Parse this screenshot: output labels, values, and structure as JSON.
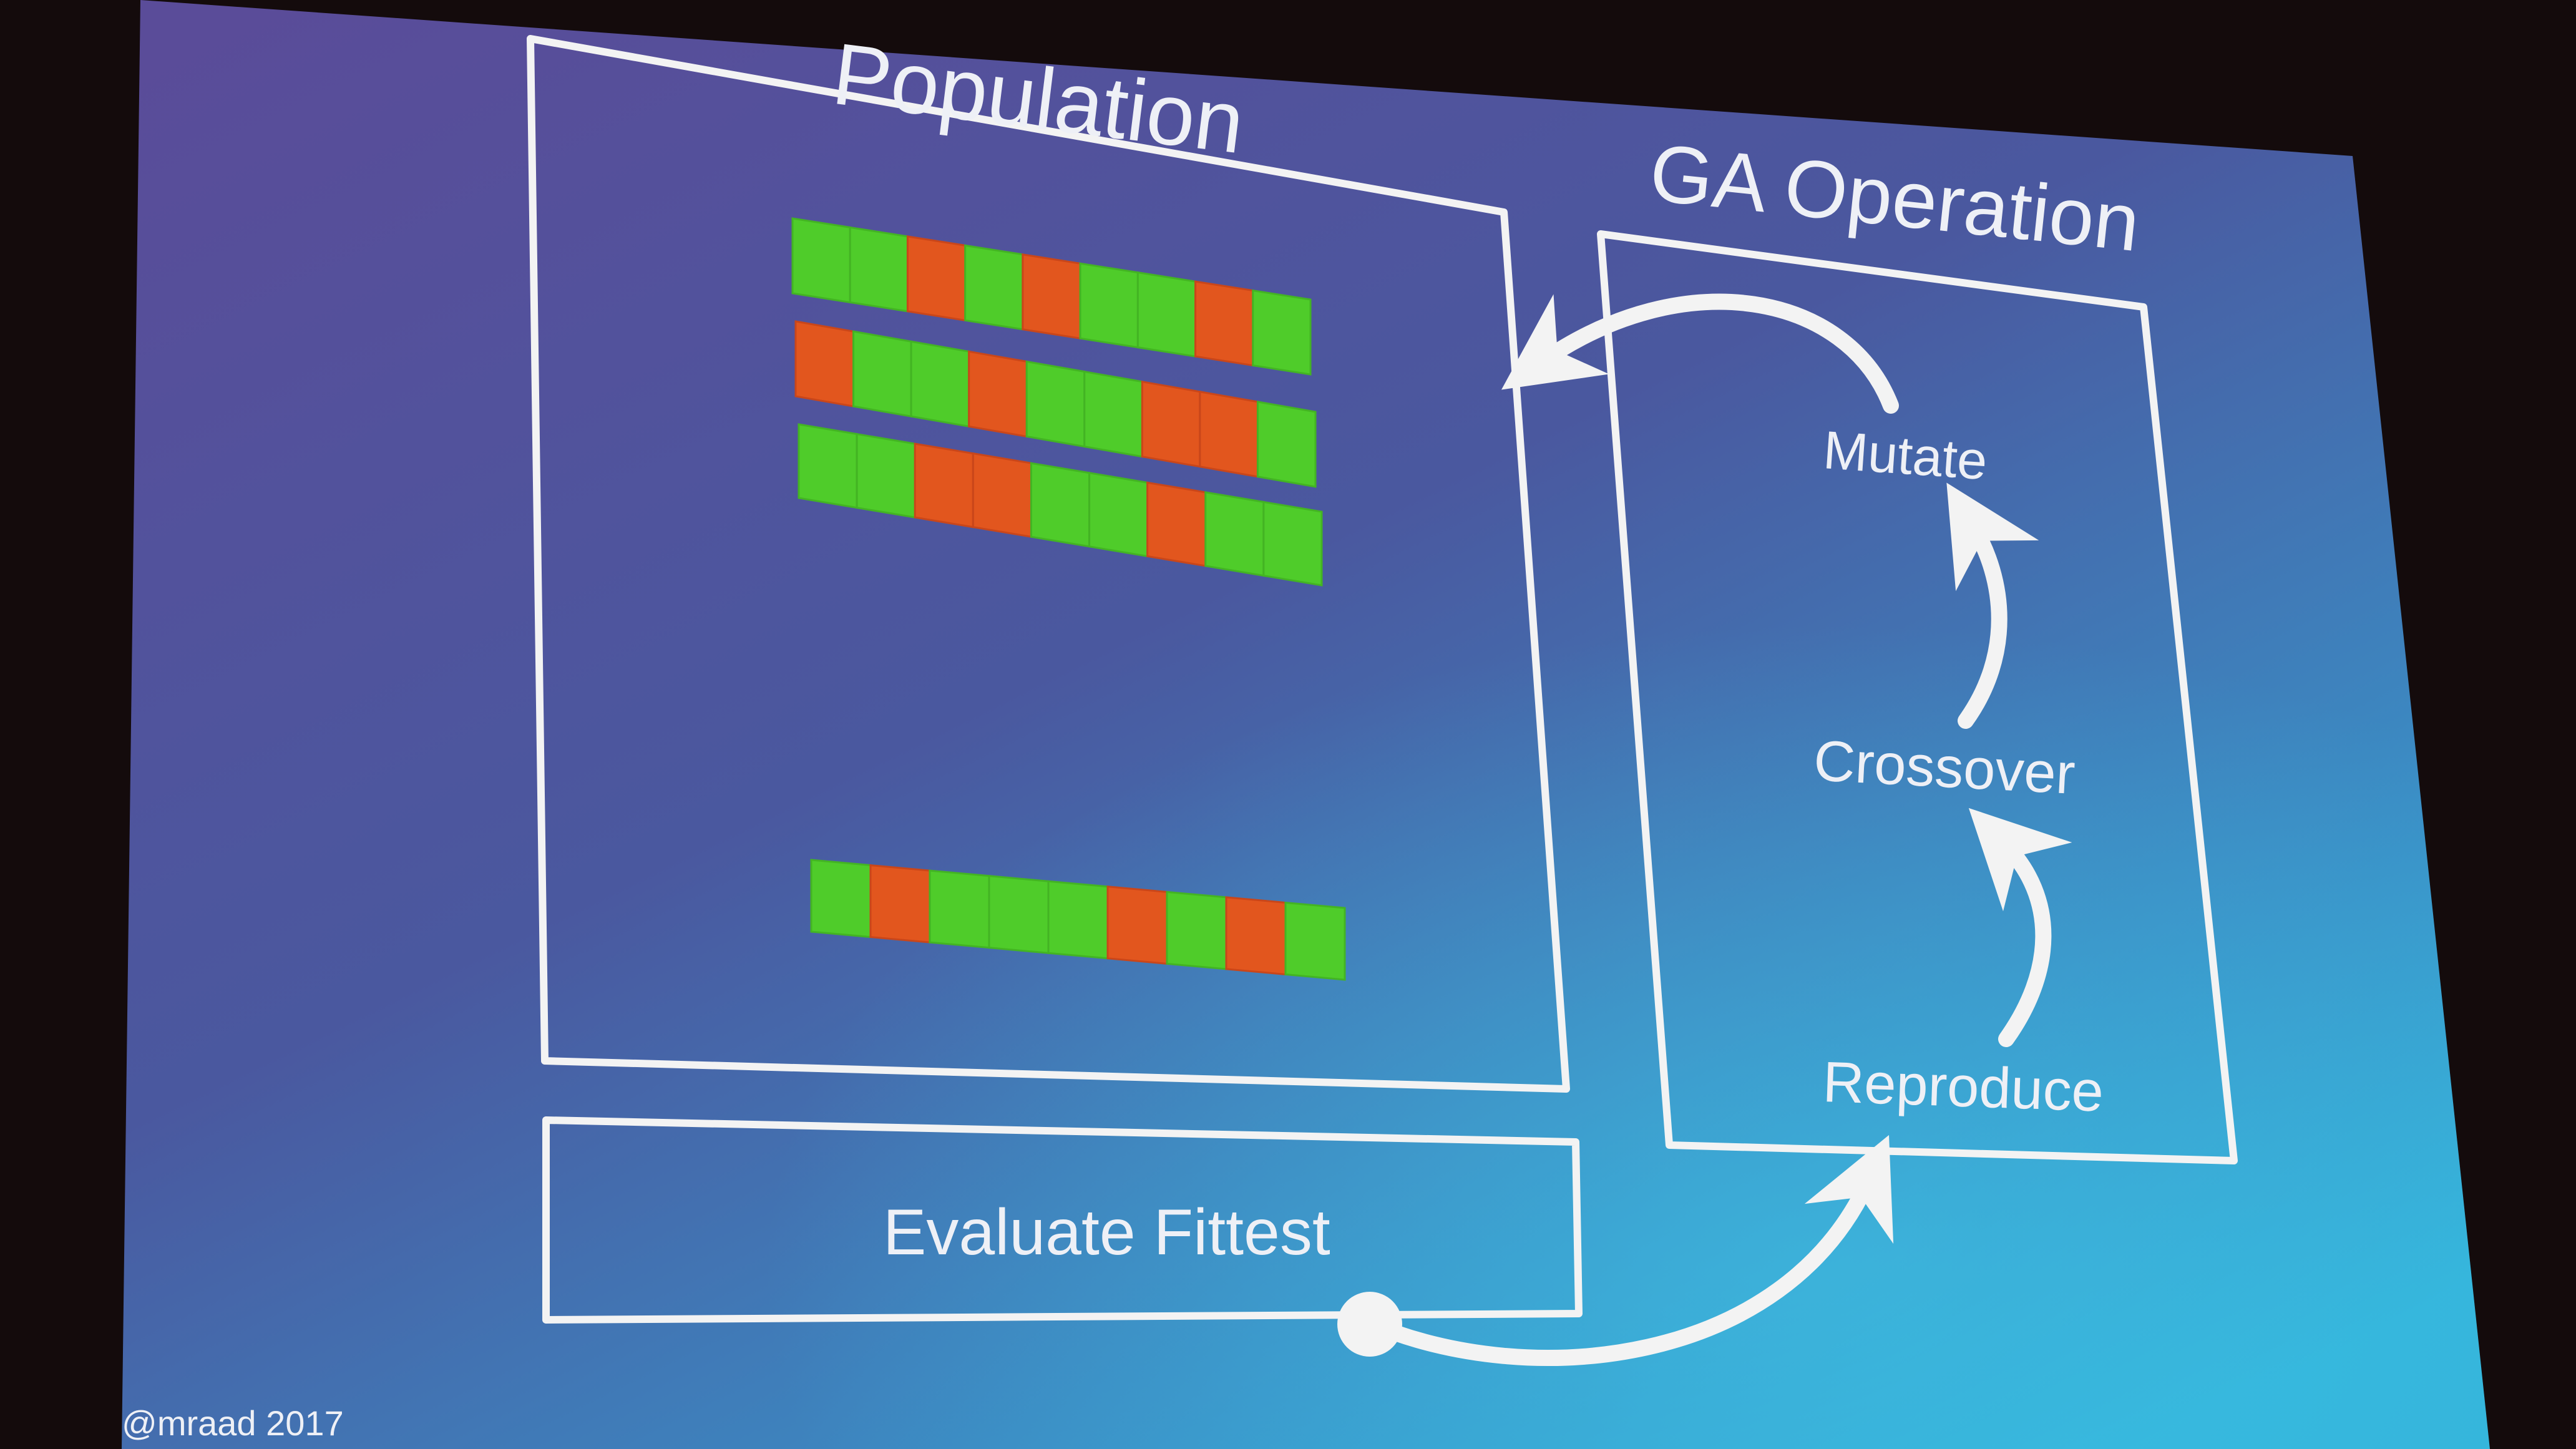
{
  "population": {
    "title": "Population",
    "chromosomes": [
      {
        "genes": [
          "g",
          "g",
          "r",
          "g",
          "r",
          "g",
          "g",
          "r",
          "g"
        ]
      },
      {
        "genes": [
          "r",
          "g",
          "g",
          "r",
          "g",
          "g",
          "r",
          "r",
          "g"
        ]
      },
      {
        "genes": [
          "g",
          "g",
          "r",
          "r",
          "g",
          "g",
          "r",
          "g",
          "g"
        ]
      },
      {
        "genes": [
          "g",
          "r",
          "g",
          "g",
          "g",
          "r",
          "g",
          "r",
          "g"
        ]
      }
    ]
  },
  "ga_operation": {
    "title": "GA Operation",
    "steps": {
      "mutate": "Mutate",
      "crossover": "Crossover",
      "reproduce": "Reproduce"
    }
  },
  "evaluate": {
    "label": "Evaluate Fittest"
  },
  "credit": "@mraad 2017",
  "colors": {
    "gene_green": "#4fcc2a",
    "gene_red": "#e2561e",
    "line": "#f3f3f3",
    "slide_top": "#5a4b93",
    "slide_bottom": "#36a6d2"
  }
}
